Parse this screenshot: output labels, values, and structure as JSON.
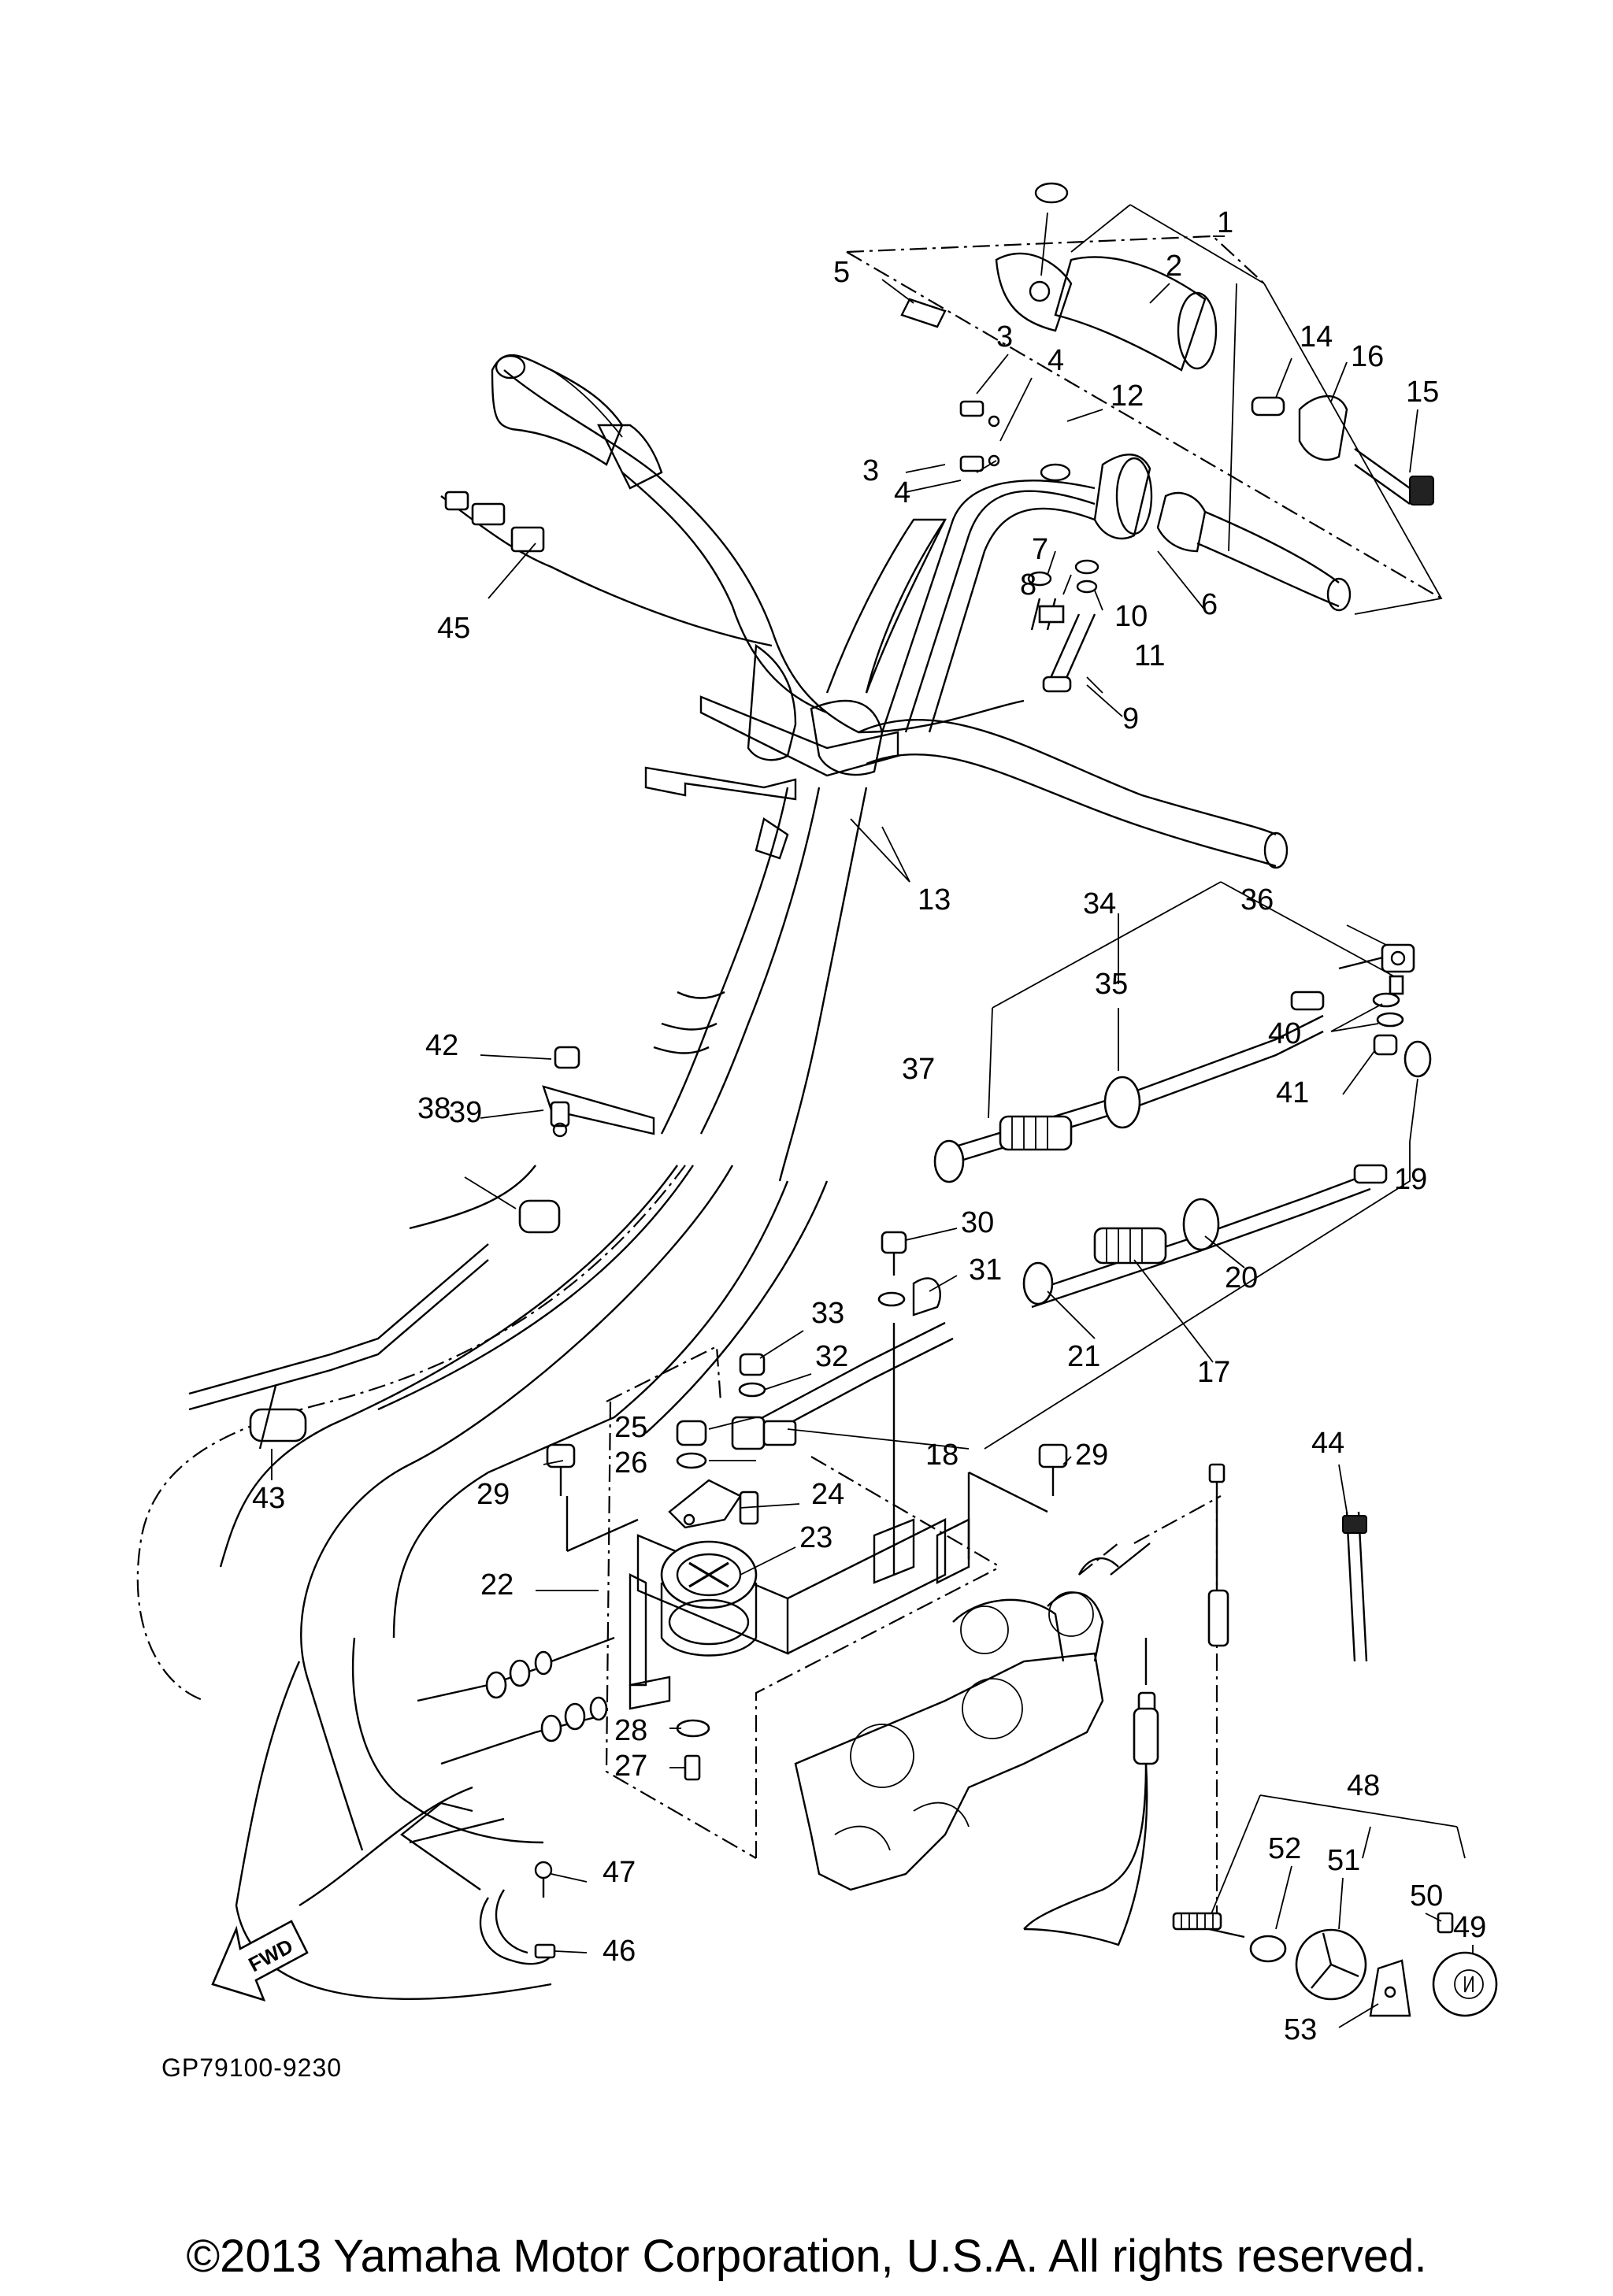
{
  "diagram_code": "GP79100-9230",
  "copyright": "©2013 Yamaha Motor Corporation, U.S.A. All rights reserved.",
  "direction_label": "FWD",
  "part_labels": [
    "1",
    "2",
    "3",
    "3",
    "4",
    "4",
    "5",
    "6",
    "7",
    "8",
    "9",
    "10",
    "11",
    "12",
    "13",
    "14",
    "15",
    "16",
    "17",
    "18",
    "19",
    "20",
    "21",
    "22",
    "23",
    "24",
    "25",
    "26",
    "27",
    "28",
    "29",
    "29",
    "30",
    "31",
    "32",
    "33",
    "34",
    "35",
    "36",
    "37",
    "38",
    "39",
    "40",
    "41",
    "42",
    "43",
    "44",
    "45",
    "46",
    "47",
    "48",
    "49",
    "50",
    "51",
    "52",
    "53"
  ],
  "colors": {
    "ink": "#000000",
    "background": "#ffffff"
  }
}
